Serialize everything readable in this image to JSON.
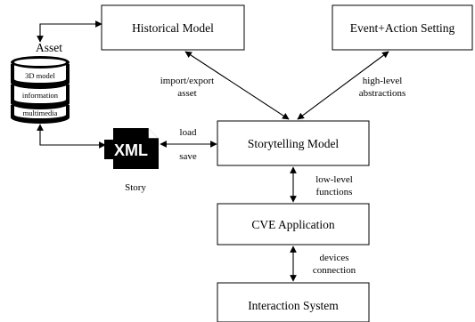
{
  "boxes": {
    "historical_model": "Historical Model",
    "event_action_setting": "Event+Action Setting",
    "storytelling_model": "Storytelling Model",
    "cve_application": "CVE Application",
    "interaction_system": "Interaction System"
  },
  "asset": {
    "title": "Asset",
    "layers": [
      "3D model",
      "information",
      "multimedia"
    ]
  },
  "story": {
    "icon_text": "XML",
    "label": "Story"
  },
  "edge_labels": {
    "import_export_line1": "import/export",
    "import_export_line2": "asset",
    "high_level_line1": "high-level",
    "high_level_line2": "abstractions",
    "load": "load",
    "save": "save",
    "low_level_line1": "low-level",
    "low_level_line2": "functions",
    "devices_line1": "devices",
    "devices_line2": "connection"
  }
}
